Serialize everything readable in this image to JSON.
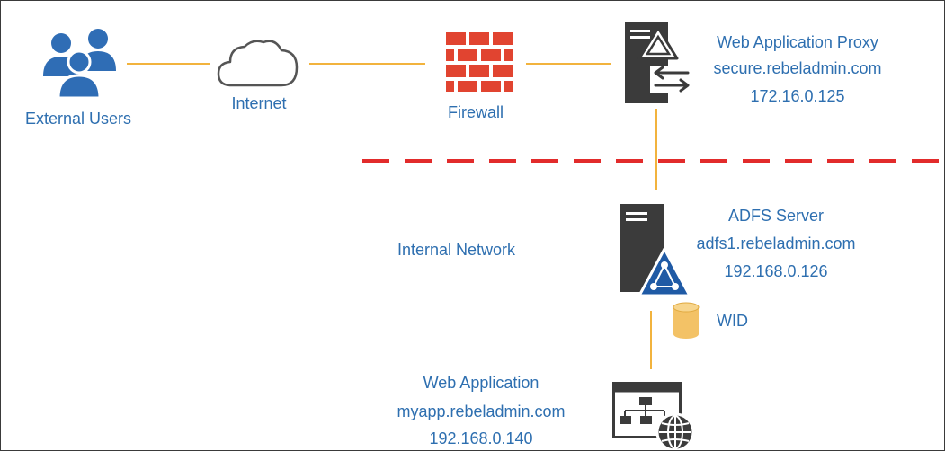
{
  "colors": {
    "label_blue": "#2e6fb0",
    "connector": "#f2b33d",
    "boundary": "#e22b2b",
    "users_blue": "#2f6db5",
    "firewall_red": "#e14430",
    "server_dark": "#3b3b3b",
    "adfs_blue": "#1f5aa5",
    "wid_gold": "#f3c266"
  },
  "nodes": {
    "external_users": {
      "label": "External Users",
      "icon": "users-icon"
    },
    "internet": {
      "label": "Internet",
      "icon": "cloud-icon"
    },
    "firewall": {
      "label": "Firewall",
      "icon": "firewall-icon"
    },
    "wap": {
      "icon": "proxy-server-icon",
      "lines": [
        "Web Application Proxy",
        "secure.rebeladmin.com",
        "172.16.0.125"
      ]
    },
    "adfs": {
      "icon": "adfs-server-icon",
      "lines": [
        "ADFS Server",
        "adfs1.rebeladmin.com",
        "192.168.0.126"
      ]
    },
    "wid": {
      "label": "WID",
      "icon": "database-icon"
    },
    "web_app": {
      "icon": "web-application-icon",
      "lines": [
        "Web Application",
        "myapp.rebeladmin.com",
        "192.168.0.140"
      ]
    }
  },
  "zones": {
    "internal_network": "Internal Network"
  }
}
